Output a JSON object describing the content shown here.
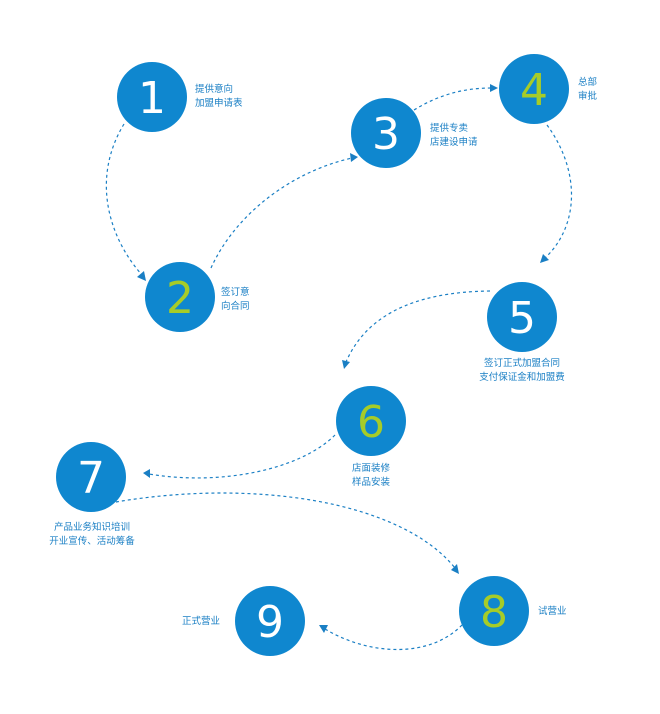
{
  "colors": {
    "circle": "#0f87cf",
    "number_white": "#ffffff",
    "number_green": "#a6cc28",
    "label": "#1a7fc4",
    "connector": "#1a7fc4"
  },
  "steps": [
    {
      "number": "1",
      "number_color": "white",
      "lines": [
        "提供意向",
        "加盟申请表"
      ]
    },
    {
      "number": "2",
      "number_color": "green",
      "lines": [
        "签订意",
        "向合同"
      ]
    },
    {
      "number": "3",
      "number_color": "white",
      "lines": [
        "提供专卖",
        "店建设申请"
      ]
    },
    {
      "number": "4",
      "number_color": "green",
      "lines": [
        "总部",
        "审批"
      ]
    },
    {
      "number": "5",
      "number_color": "white",
      "lines": [
        "签订正式加盟合同",
        "支付保证金和加盟费"
      ]
    },
    {
      "number": "6",
      "number_color": "green",
      "lines": [
        "店面装修",
        "样品安装"
      ]
    },
    {
      "number": "7",
      "number_color": "white",
      "lines": [
        "产品业务知识培训",
        "开业宣传、活动筹备"
      ]
    },
    {
      "number": "8",
      "number_color": "green",
      "lines": [
        "试营业"
      ]
    },
    {
      "number": "9",
      "number_color": "white",
      "lines": [
        "正式营业"
      ]
    }
  ]
}
